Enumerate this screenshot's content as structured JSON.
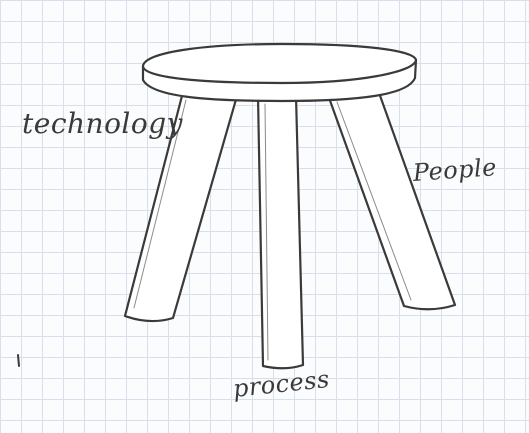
{
  "labels": {
    "technology": "technology",
    "people": "People",
    "process": "process"
  },
  "colors": {
    "ink": "#3a3a3a",
    "grid": "#d7e0ea",
    "paper": "#fbfcfd"
  }
}
